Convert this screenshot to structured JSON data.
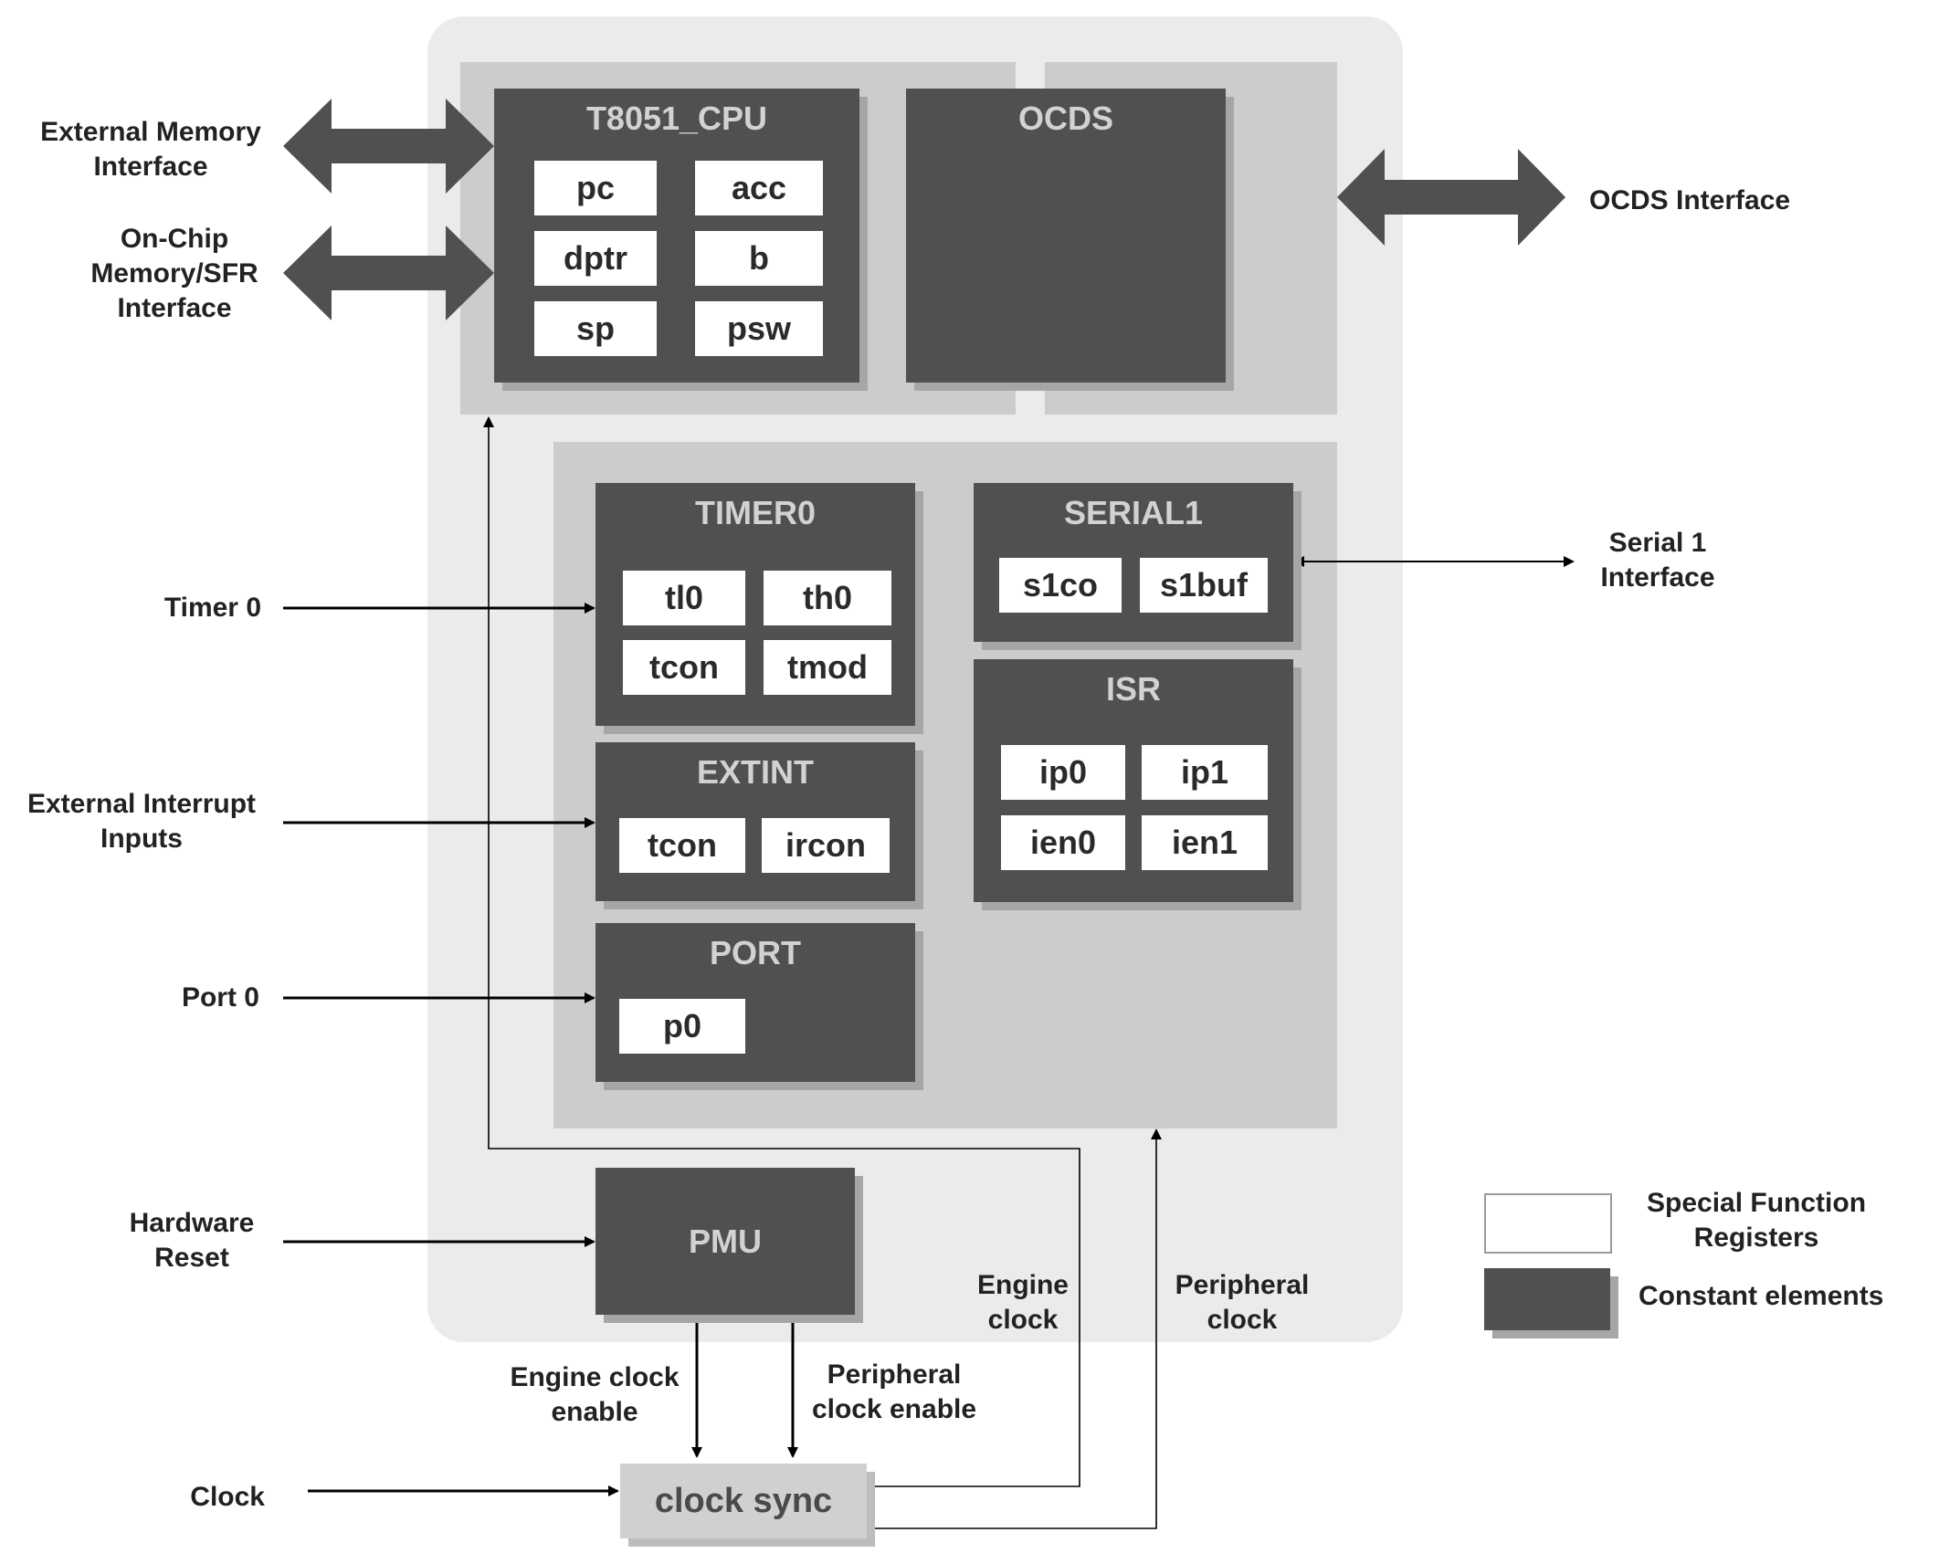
{
  "cpu": {
    "title": "T8051_CPU",
    "registers": [
      "pc",
      "acc",
      "dptr",
      "b",
      "sp",
      "psw"
    ]
  },
  "ocds": {
    "title": "OCDS"
  },
  "timer0": {
    "title": "TIMER0",
    "registers": [
      "tl0",
      "th0",
      "tcon",
      "tmod"
    ]
  },
  "serial1": {
    "title": "SERIAL1",
    "registers": [
      "s1co",
      "s1buf"
    ]
  },
  "isr": {
    "title": "ISR",
    "registers": [
      "ip0",
      "ip1",
      "ien0",
      "ien1"
    ]
  },
  "extint": {
    "title": "EXTINT",
    "registers": [
      "tcon",
      "ircon"
    ]
  },
  "port": {
    "title": "PORT",
    "registers": [
      "p0"
    ]
  },
  "pmu": {
    "title": "PMU"
  },
  "clock_sync": {
    "title": "clock sync"
  },
  "signals": {
    "external_memory": "External Memory\nInterface",
    "onchip_memory": "On-Chip\nMemory/SFR\nInterface",
    "ocds_interface": "OCDS Interface",
    "serial1_interface": "Serial 1\nInterface",
    "timer0": "Timer 0",
    "ext_interrupt": "External Interrupt\nInputs",
    "port0": "Port 0",
    "hw_reset": "Hardware\nReset",
    "clock": "Clock",
    "engine_clock_enable": "Engine clock\nenable",
    "peripheral_clock_enable": "Peripheral\nclock enable",
    "engine_clock": "Engine\nclock",
    "peripheral_clock": "Peripheral\nclock"
  },
  "legend": {
    "sfr": "Special Function\nRegisters",
    "constant": "Constant elements"
  }
}
